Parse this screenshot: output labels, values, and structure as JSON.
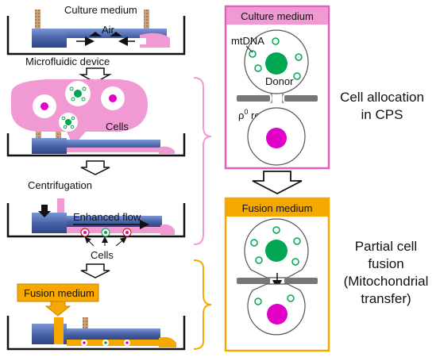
{
  "left": {
    "culture_medium": "Culture medium",
    "air": "Air",
    "microfluidic_device": "Microfluidic device",
    "cells_1": "Cells",
    "centrifugation": "Centrifugation",
    "enhanced_flow": "Enhanced flow",
    "cells_2": "Cells",
    "fusion_medium": "Fusion medium"
  },
  "right": {
    "culture_box_title": "Culture medium",
    "mtdna": "mtDNA",
    "donor": "Donor",
    "rho_symbol": "ρ",
    "rho_superscript": "0",
    "recipient": " recipient",
    "fusion_box_title": "Fusion medium"
  },
  "steps": {
    "step1_line1": "Cell allocation",
    "step1_line2": "in CPS",
    "step2_line1": "Partial cell",
    "step2_line2": "fusion",
    "step2_line3": "(Mitochondrial",
    "step2_line4": "transfer)"
  },
  "colors": {
    "pink": "#f099d2",
    "pink_border": "#e060b8",
    "blue": "#4a64a8",
    "orange": "#f5a800",
    "green": "#00a651",
    "magenta": "#e000c8"
  }
}
